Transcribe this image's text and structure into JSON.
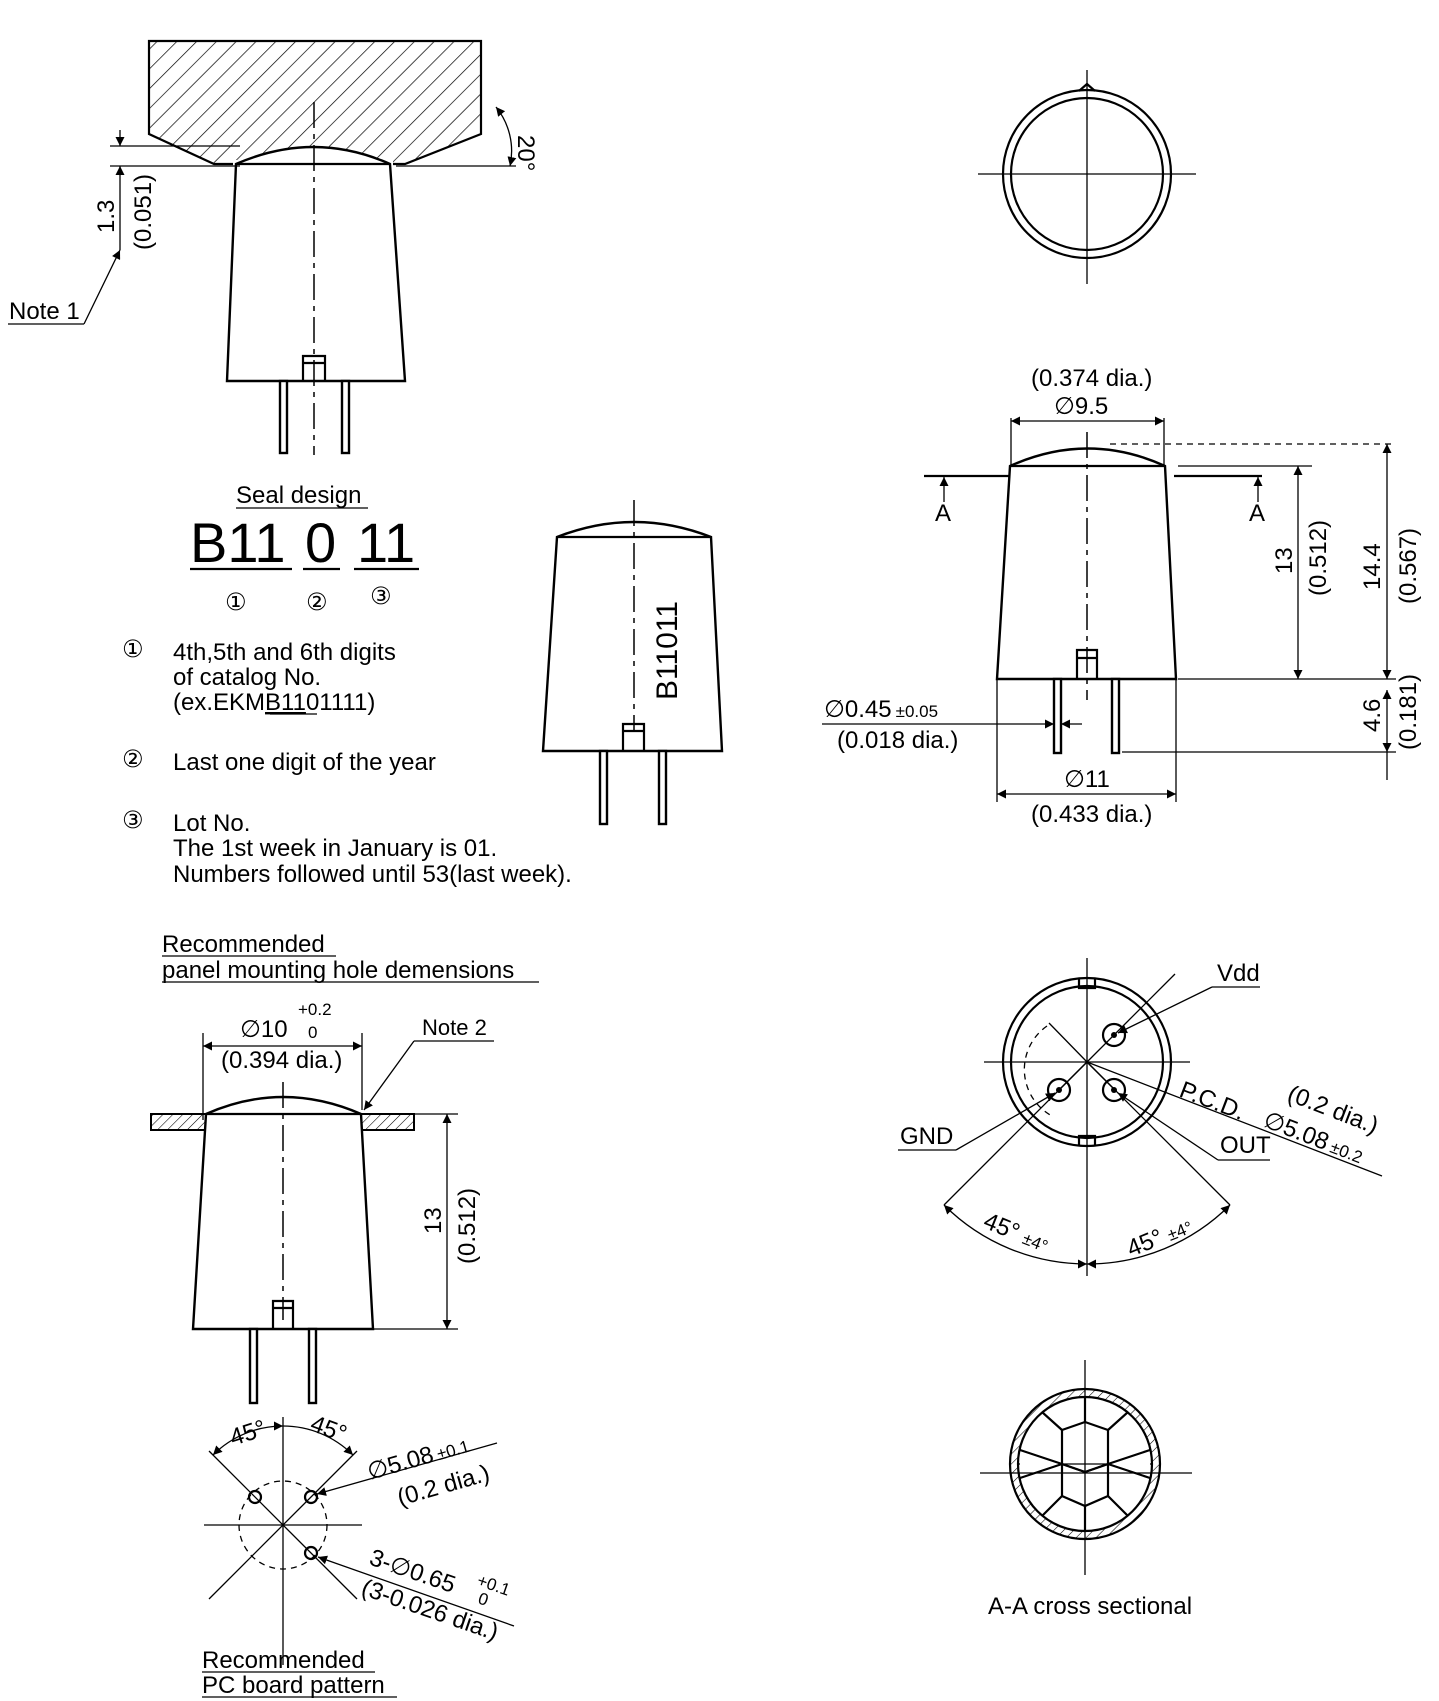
{
  "top_left": {
    "angle": "20°",
    "dim_mm": "1.3",
    "dim_in": "(0.051)",
    "note": "Note 1"
  },
  "seal": {
    "title": "Seal design",
    "part1": "B11",
    "part2": "0",
    "part3": "11",
    "marks": [
      "①",
      "②",
      "③"
    ],
    "legend1_mark": "①",
    "legend1_l1": "4th,5th and 6th digits",
    "legend1_l2": "of catalog No.",
    "legend1_l3_a": "(ex.EKM",
    "legend1_l3_b": "B11",
    "legend1_l3_c": "01111)",
    "legend2_mark": "②",
    "legend2": "Last one digit of the year",
    "legend3_mark": "③",
    "legend3_l1": "Lot No.",
    "legend3_l2": "The 1st week in January is 01.",
    "legend3_l3": "Numbers followed until 53(last week)."
  },
  "marking": "B11011",
  "side_view": {
    "top_in": "(0.374 dia.)",
    "top_mm": "∅9.5",
    "section_a": "A",
    "h_body_mm": "13",
    "h_body_in": "(0.512)",
    "h_total_mm": "14.4",
    "h_total_in": "(0.567)",
    "h_pin_mm": "4.6",
    "h_pin_in": "(0.181)",
    "pin_dia_mm": "∅0.45",
    "pin_dia_tol": "±0.05",
    "pin_dia_in": "(0.018 dia.)",
    "body_dia_mm": "∅11",
    "body_dia_in": "(0.433 dia.)"
  },
  "panel": {
    "title_l1": "Recommended",
    "title_l2": "panel mounting hole demensions",
    "dia_mm": "∅10",
    "tol_plus": "+0.2",
    "tol_minus": "0",
    "dia_in": "(0.394 dia.)",
    "note": "Note 2",
    "h_mm": "13",
    "h_in": "(0.512)"
  },
  "pcb": {
    "angle_a": "45°",
    "angle_b": "45°",
    "pcd_mm": "∅5.08",
    "pcd_tol": "±0.1",
    "pcd_in": "(0.2 dia.)",
    "hole_mm": "3-∅0.65",
    "hole_tol_plus": "+0.1",
    "hole_tol_minus": "0",
    "hole_in": "(3-0.026 dia.)",
    "title_l1": "Recommended",
    "title_l2": "PC board pattern"
  },
  "bottom_view": {
    "vdd": "Vdd",
    "gnd": "GND",
    "out": "OUT",
    "pcd_label": "P.C.D.",
    "pcd_mm": "∅5.08",
    "pcd_tol": "±0.2",
    "pcd_in": "(0.2 dia.)",
    "angle1": "45°",
    "angle1_tol": "±4°",
    "angle2": "45°",
    "angle2_tol": "±4°"
  },
  "cross_section": {
    "caption": "A-A cross sectional"
  }
}
